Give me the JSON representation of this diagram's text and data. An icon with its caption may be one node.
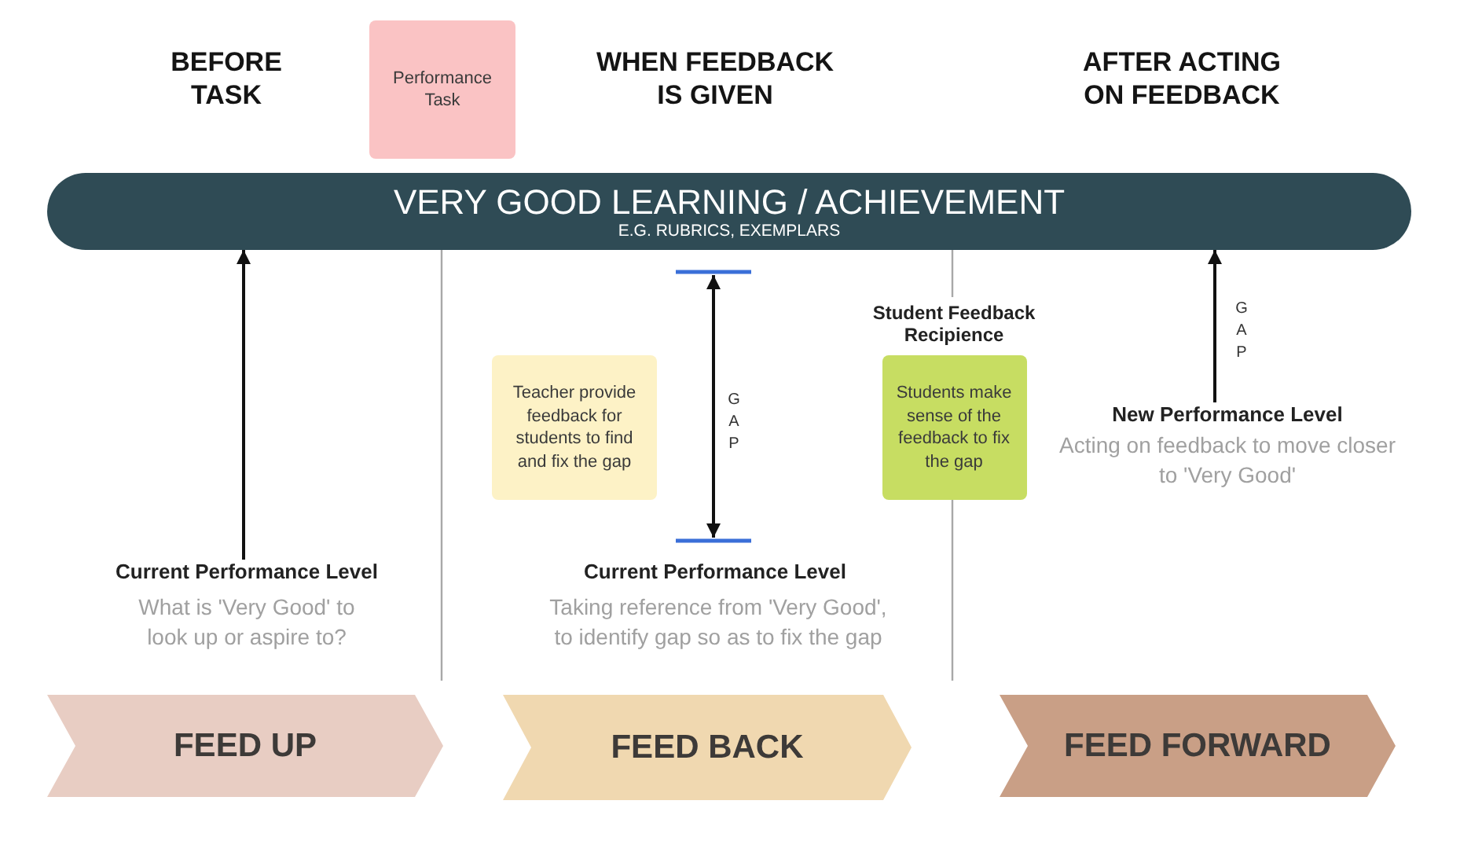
{
  "diagram": {
    "nodes": [
      {
        "text": [
          "Performance Task"
        ]
      },
      {
        "text": [
          "VERY GOOD LEARNING / ACHIEVEMENT",
          "E.G. RUBRICS, EXEMPLARS"
        ]
      },
      {
        "text": [
          "Teacher provide feedback for students to find and fix the gap"
        ]
      },
      {
        "text": [
          "Student Feedback Recipience",
          "Students make sense of the feedback to fix the gap"
        ]
      },
      {
        "text": [
          "New Performance Level",
          "Acting on feedback to move closer to 'Very Good'"
        ]
      },
      {
        "text": [
          "Current Performance Level",
          "What is 'Very Good' to look up or aspire to?"
        ]
      },
      {
        "text": [
          "FEED UP"
        ]
      },
      {
        "text": [
          "FEED BACK"
        ]
      },
      {
        "text": [
          "FEED FORWARD"
        ]
      }
    ],
    "edges": [
      {
        "from": 5,
        "to": 1,
        "arrow": "to"
      },
      {
        "from": 4,
        "to": 1,
        "arrow": "to",
        "label": "GAP"
      }
    ],
    "labels": [
      "BEFORE TASK",
      "WHEN FEEDBACK IS GIVEN",
      "AFTER ACTING ON FEEDBACK",
      "GAP",
      "Current Performance Level",
      "Taking reference from 'Very Good', to identify gap so as to fix the gap"
    ]
  }
}
